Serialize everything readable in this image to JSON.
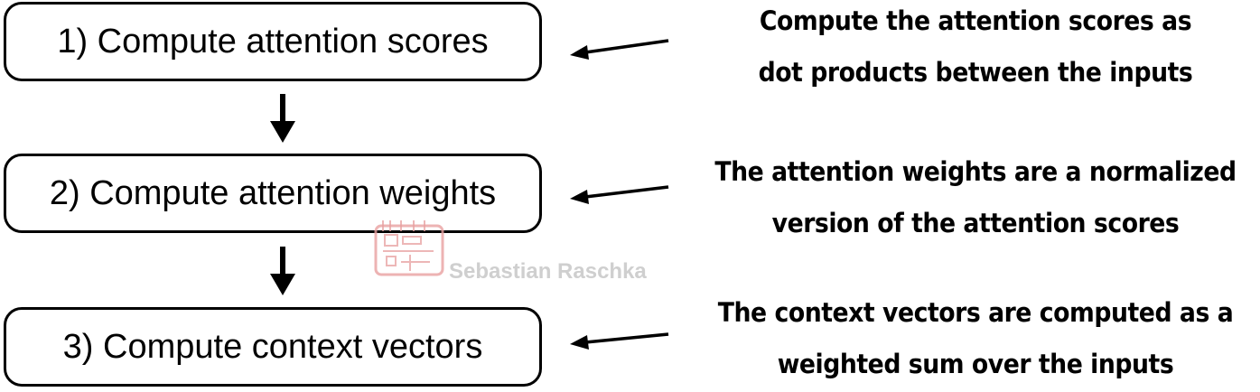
{
  "steps": [
    {
      "label": "1) Compute attention scores"
    },
    {
      "label": "2) Compute attention weights"
    },
    {
      "label": "3) Compute context vectors"
    }
  ],
  "notes": [
    {
      "line1": "Compute the attention scores as",
      "line2": "dot products between the inputs"
    },
    {
      "line1": "The attention weights are a normalized",
      "line2": "version of the attention scores"
    },
    {
      "line1": "The context vectors are computed as a",
      "line2": "weighted sum over the inputs"
    }
  ],
  "watermark": {
    "text": "Sebastian Raschka",
    "color": "#e8a0a0"
  }
}
